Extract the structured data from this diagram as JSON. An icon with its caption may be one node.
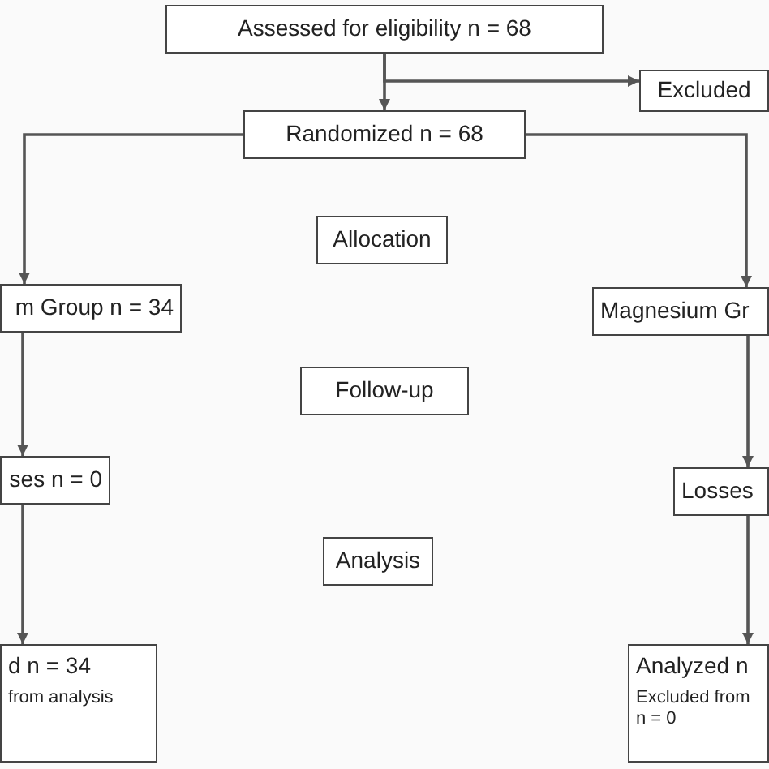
{
  "diagram": {
    "nodes": [
      {
        "text": [
          "Assessed for eligibility n = 68"
        ]
      },
      {
        "text": [
          "Excluded"
        ]
      },
      {
        "text": [
          "Randomized n = 68"
        ]
      },
      {
        "text": [
          "Allocation"
        ]
      },
      {
        "text": [
          "m Group n = 34"
        ]
      },
      {
        "text": [
          "Magnesium Gr"
        ]
      },
      {
        "text": [
          "Follow-up"
        ]
      },
      {
        "text": [
          "ses n = 0"
        ]
      },
      {
        "text": [
          "Losses"
        ]
      },
      {
        "text": [
          "Analysis"
        ]
      },
      {
        "text": [
          "d n = 34",
          "from analysis"
        ]
      },
      {
        "text": [
          "Analyzed n",
          "Excluded from n = 0"
        ]
      }
    ],
    "edges": [
      {
        "from": 0,
        "to": 2,
        "arrow": "to"
      },
      {
        "from": 0,
        "to": 1,
        "arrow": "to"
      },
      {
        "from": 2,
        "to": 4,
        "arrow": "to"
      },
      {
        "from": 2,
        "to": 5,
        "arrow": "to"
      },
      {
        "from": 4,
        "to": 7,
        "arrow": "to"
      },
      {
        "from": 7,
        "to": 10,
        "arrow": "to"
      },
      {
        "from": 5,
        "to": 8,
        "arrow": "to"
      },
      {
        "from": 8,
        "to": 11,
        "arrow": "to"
      }
    ]
  }
}
